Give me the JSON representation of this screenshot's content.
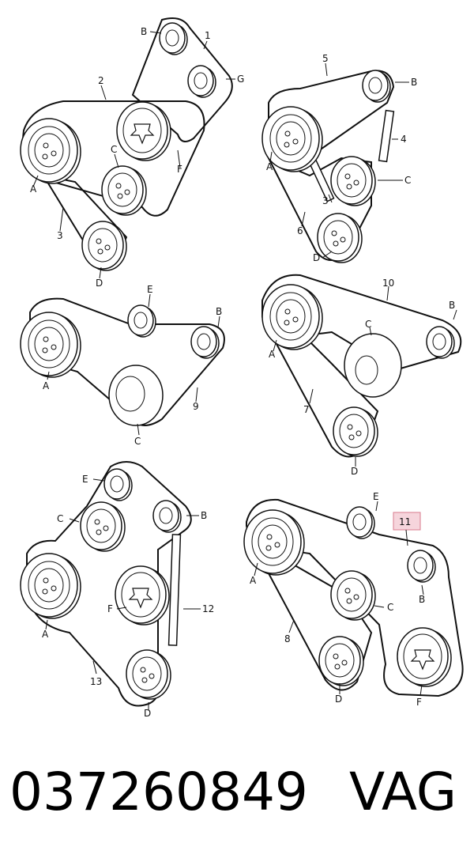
{
  "footer": {
    "part_number": "037260849",
    "brand": "VAG"
  },
  "colors": {
    "line": "#111111",
    "highlight_fill": "#f6d5dc",
    "highlight_stroke": "#d87b8e"
  },
  "panels": [
    {
      "callouts": {
        "belt_1": "1",
        "belt_2": "2",
        "belt_3": "3"
      },
      "pulleys": {
        "A": "A",
        "B": "B",
        "C": "C",
        "D": "D",
        "F": "F",
        "G": "G"
      }
    },
    {
      "callouts": {
        "belt_5": "5",
        "belt_4": "4",
        "belt_3": "3",
        "belt_6": "6"
      },
      "pulleys": {
        "A": "A",
        "B": "B",
        "C": "C",
        "D": "D"
      }
    },
    {
      "callouts": {
        "belt_9": "9"
      },
      "pulleys": {
        "A": "A",
        "B": "B",
        "C": "C",
        "E": "E"
      }
    },
    {
      "callouts": {
        "belt_10": "10",
        "belt_7": "7"
      },
      "pulleys": {
        "A": "A",
        "B": "B",
        "C": "C",
        "D": "D"
      }
    },
    {
      "callouts": {
        "belt_12": "12",
        "belt_13": "13"
      },
      "pulleys": {
        "A": "A",
        "B": "B",
        "C": "C",
        "D": "D",
        "E": "E",
        "F": "F"
      }
    },
    {
      "callouts": {
        "belt_11": "11",
        "belt_8": "8"
      },
      "pulleys": {
        "A": "A",
        "B": "B",
        "C": "C",
        "D": "D",
        "E": "E",
        "F": "F"
      },
      "highlighted_callout": "11"
    }
  ]
}
